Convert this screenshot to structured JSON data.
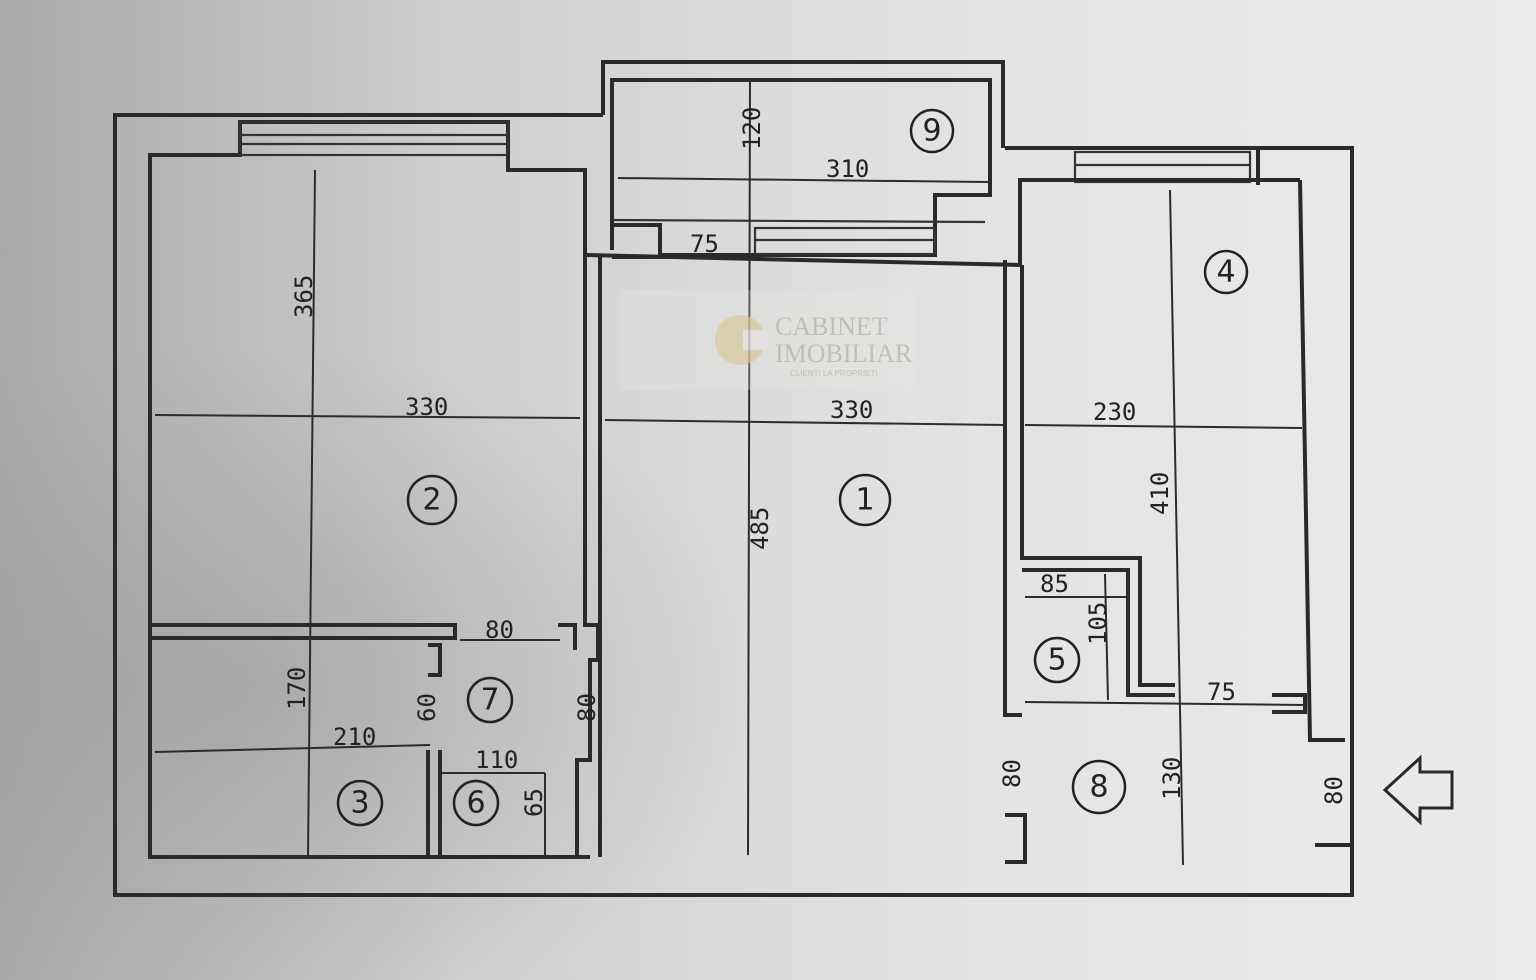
{
  "plan": {
    "rooms": [
      "1",
      "2",
      "3",
      "4",
      "5",
      "6",
      "7",
      "8",
      "9"
    ],
    "dimensions": {
      "room1_width": "330",
      "room1_length": "485",
      "room2_width": "330",
      "room2_length": "365",
      "room3_width": "210",
      "room3_length": "170",
      "room4_width": "230",
      "room4_length": "410",
      "room5_width": "85",
      "room5_length": "105",
      "room6_width": "110",
      "room6_length": "65",
      "room7_width": "80",
      "room7_door": "60",
      "room7_length": "80",
      "room8_door": "80",
      "room8_length": "130",
      "room8_width": "75",
      "entrance": "80",
      "balcony_width": "310",
      "balcony_length": "120",
      "balcony_door": "75"
    },
    "entrance_arrow": "arrow-left-icon"
  },
  "watermark": {
    "line1": "CABINET",
    "line2": "IMOBILIAR",
    "tagline": "CLIENTI LA PROPRIETI"
  },
  "colors": {
    "paper": "#e4e4e2",
    "ink": "#2a2a2a",
    "watermark": "#d8c9a0"
  }
}
